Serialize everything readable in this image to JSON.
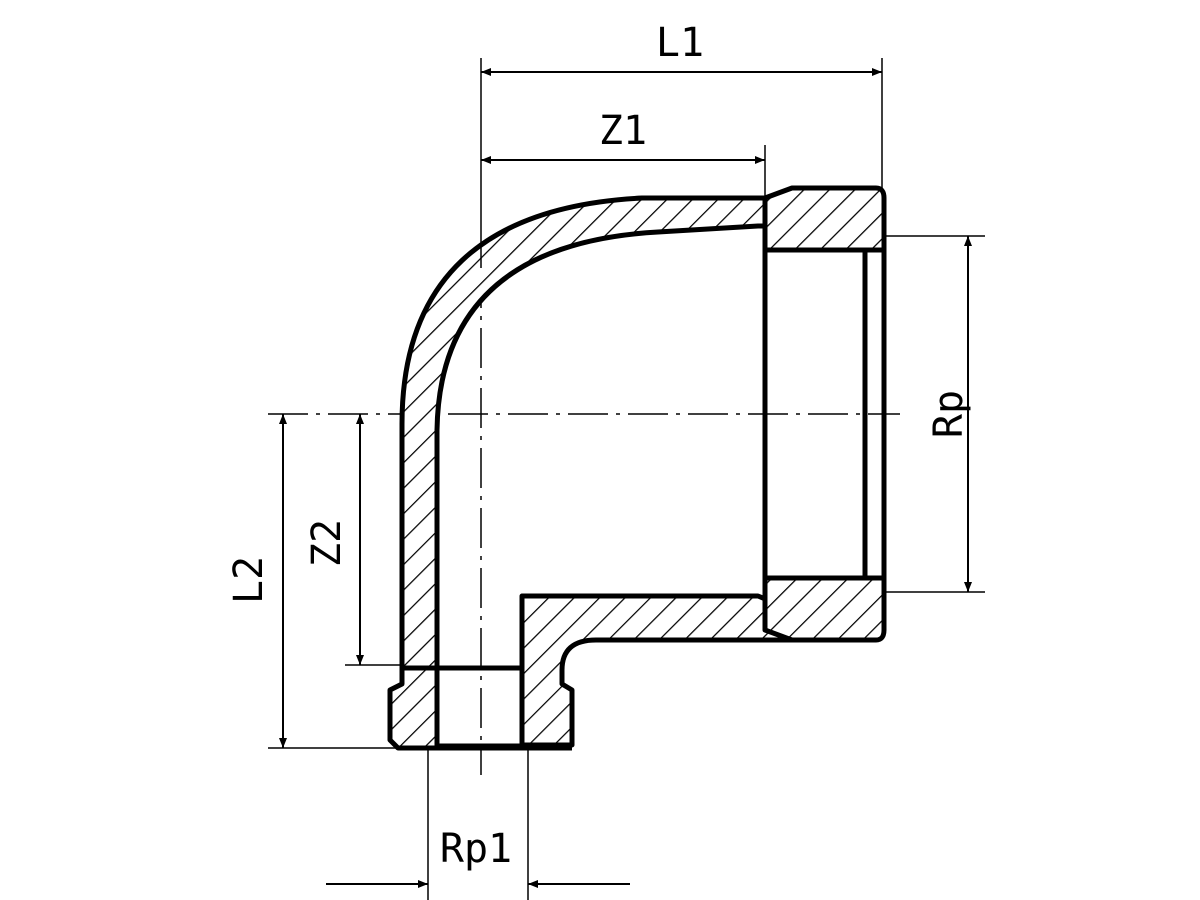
{
  "labels": {
    "l1": "L1",
    "z1": "Z1",
    "rp": "Rp",
    "l2": "L2",
    "z2": "Z2",
    "rp1": "Rp1"
  },
  "colors": {
    "ink": "#000000",
    "paper": "#ffffff"
  }
}
